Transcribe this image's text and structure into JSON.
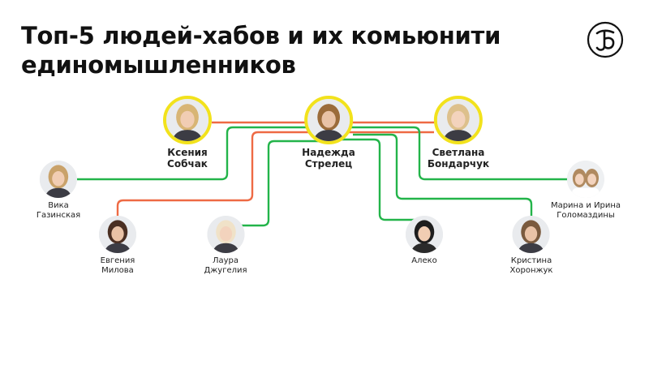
{
  "title": "Топ-5 людей-хабов и их комьюнити единомышленников",
  "colors": {
    "green": "#23b44a",
    "orange": "#ee6a44",
    "hub_ring": "#f2e21c",
    "text": "#111111"
  },
  "icons": {
    "logo": "newspaper-logo-icon"
  },
  "hubs": [
    {
      "id": "sobchak",
      "name": [
        "Ксения",
        "Собчак"
      ]
    },
    {
      "id": "strelets",
      "name": [
        "Надежда",
        "Стрелец"
      ]
    },
    {
      "id": "bondarchuk",
      "name": [
        "Светлана",
        "Бондарчук"
      ]
    }
  ],
  "members": [
    {
      "id": "gazinskaya",
      "name": [
        "Вика",
        "Газинская"
      ]
    },
    {
      "id": "milova",
      "name": [
        "Евгения",
        "Милова"
      ]
    },
    {
      "id": "dzhugelia",
      "name": [
        "Лаура",
        "Джугелия"
      ]
    },
    {
      "id": "aleko",
      "name": [
        "Алеко"
      ]
    },
    {
      "id": "khoronzhuk",
      "name": [
        "Кристина",
        "Хоронжук"
      ]
    },
    {
      "id": "golomazdiny",
      "name": [
        "Марина и Ирина",
        "Голомаздины"
      ]
    }
  ],
  "connections": [
    {
      "from": "sobchak",
      "to": "bondarchuk",
      "color": "orange"
    },
    {
      "from": "bondarchuk",
      "to": "milova",
      "color": "orange"
    },
    {
      "from": "sobchak",
      "to": "gazinskaya",
      "color": "green"
    },
    {
      "from": "strelets",
      "to": "golomazdiny",
      "color": "green"
    },
    {
      "from": "strelets",
      "to": "dzhugelia",
      "color": "green"
    },
    {
      "from": "strelets",
      "to": "aleko",
      "color": "green"
    },
    {
      "from": "strelets",
      "to": "khoronzhuk",
      "color": "green"
    }
  ]
}
